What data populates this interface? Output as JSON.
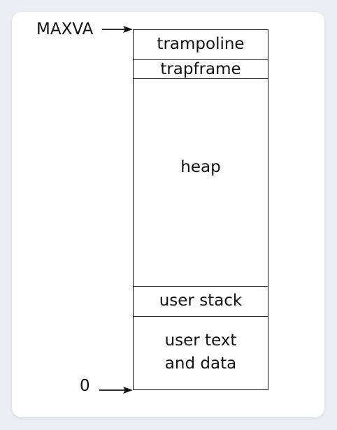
{
  "diagram": {
    "top_label": "MAXVA",
    "bottom_label": "0",
    "regions": [
      {
        "label": "trampoline"
      },
      {
        "label": "trapframe"
      },
      {
        "label": "heap"
      },
      {
        "label": "user stack"
      },
      {
        "label": "user text\nand data"
      }
    ]
  }
}
